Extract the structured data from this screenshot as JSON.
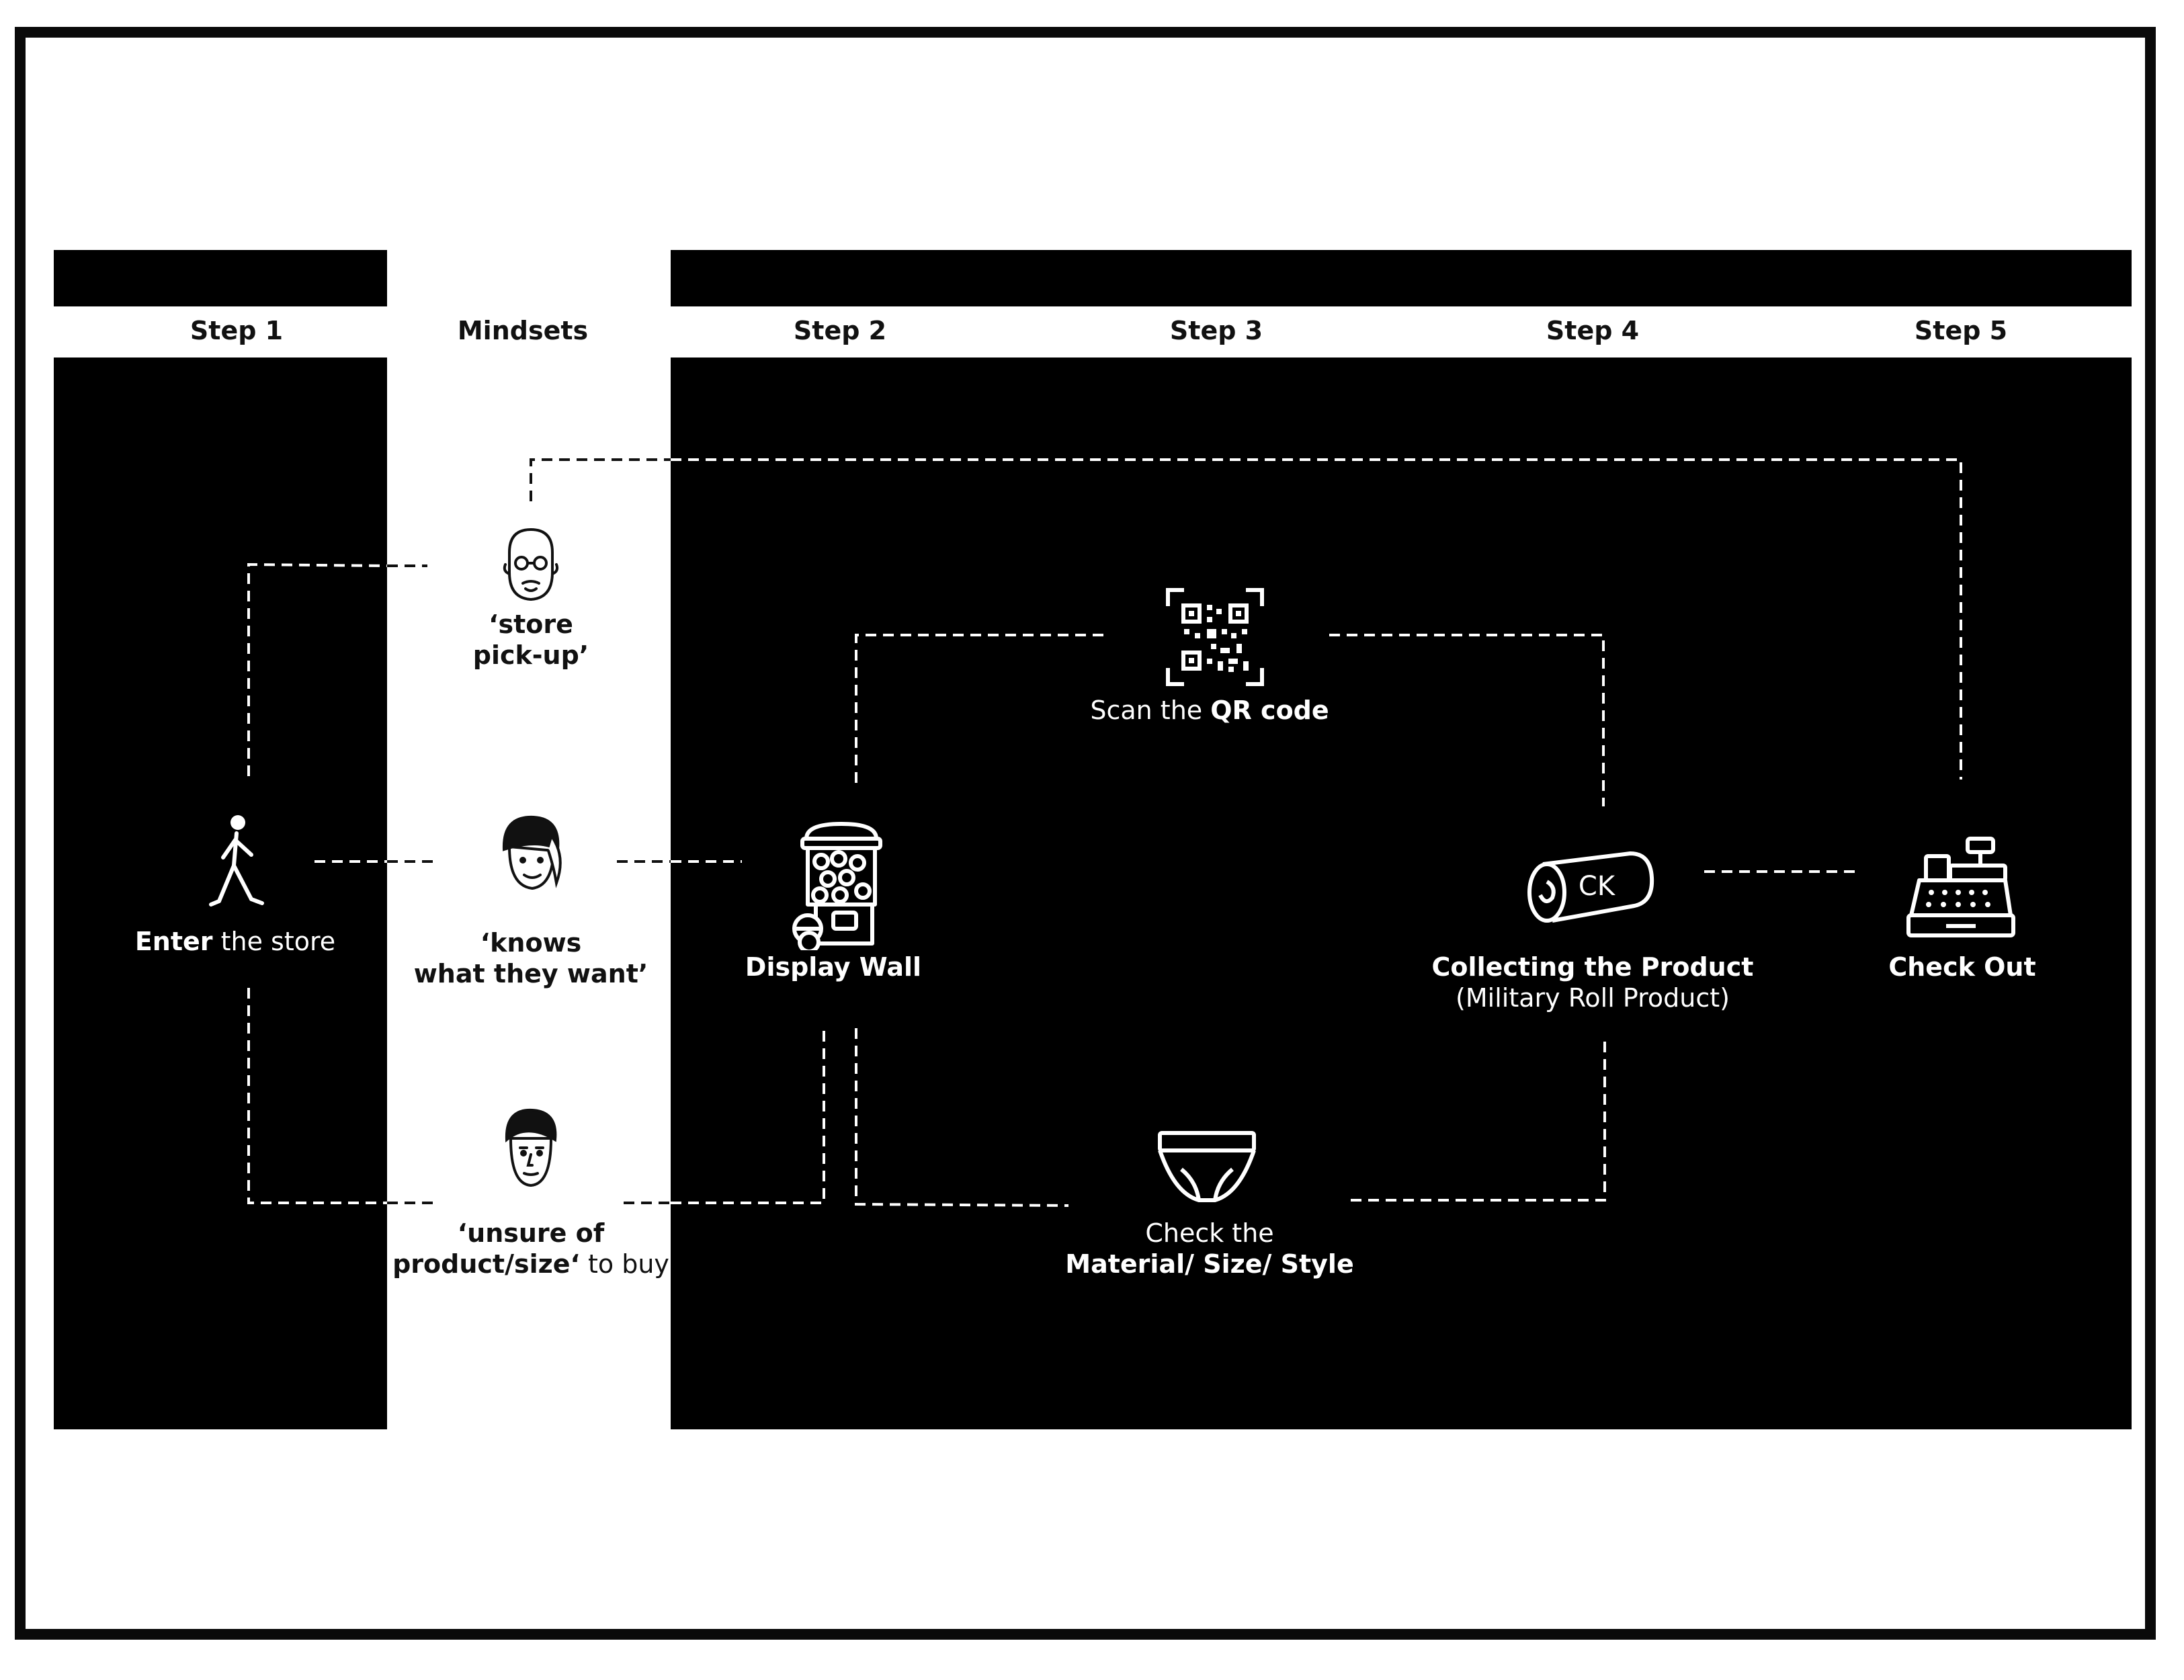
{
  "headers": {
    "step1": "Step 1",
    "mindsets": "Mindsets",
    "step2": "Step 2",
    "step3": "Step 3",
    "step4": "Step 4",
    "step5": "Step 5"
  },
  "nodes": {
    "enter_store": {
      "bold": "Enter",
      "rest": " the store"
    },
    "mindset_pickup": {
      "line1": "‘store",
      "line2": "pick-up’"
    },
    "mindset_knows": {
      "line1": "‘knows",
      "line2": "what they want’"
    },
    "mindset_unsure": {
      "line1": "‘unsure of",
      "line2_bold": "product/size‘",
      "line2_rest": " to buy"
    },
    "display_wall": "Display Wall",
    "scan_qr": {
      "pre": "Scan the ",
      "bold": "QR code"
    },
    "check_material": {
      "line1": "Check the",
      "line2": "Material/ Size/ Style"
    },
    "collecting": {
      "line1": "Collecting the Product",
      "line2": "(Military Roll Product)"
    },
    "checkout": "Check Out"
  },
  "icons": {
    "walking_person": "walking-person-icon",
    "old_man_glasses": "old-man-glasses-icon",
    "woman_headscarf": "woman-headscarf-icon",
    "young_man": "young-man-icon",
    "display_wall": "gumball-display-icon",
    "qr_code": "qr-code-icon",
    "underwear": "underwear-icon",
    "ck_roll": "ck-roll-icon",
    "cash_register": "cash-register-icon",
    "ck_logo": "CK"
  },
  "colors": {
    "background": "#ffffff",
    "panel": "#000000",
    "frame": "#0a0a0a",
    "line": "#ffffff"
  }
}
